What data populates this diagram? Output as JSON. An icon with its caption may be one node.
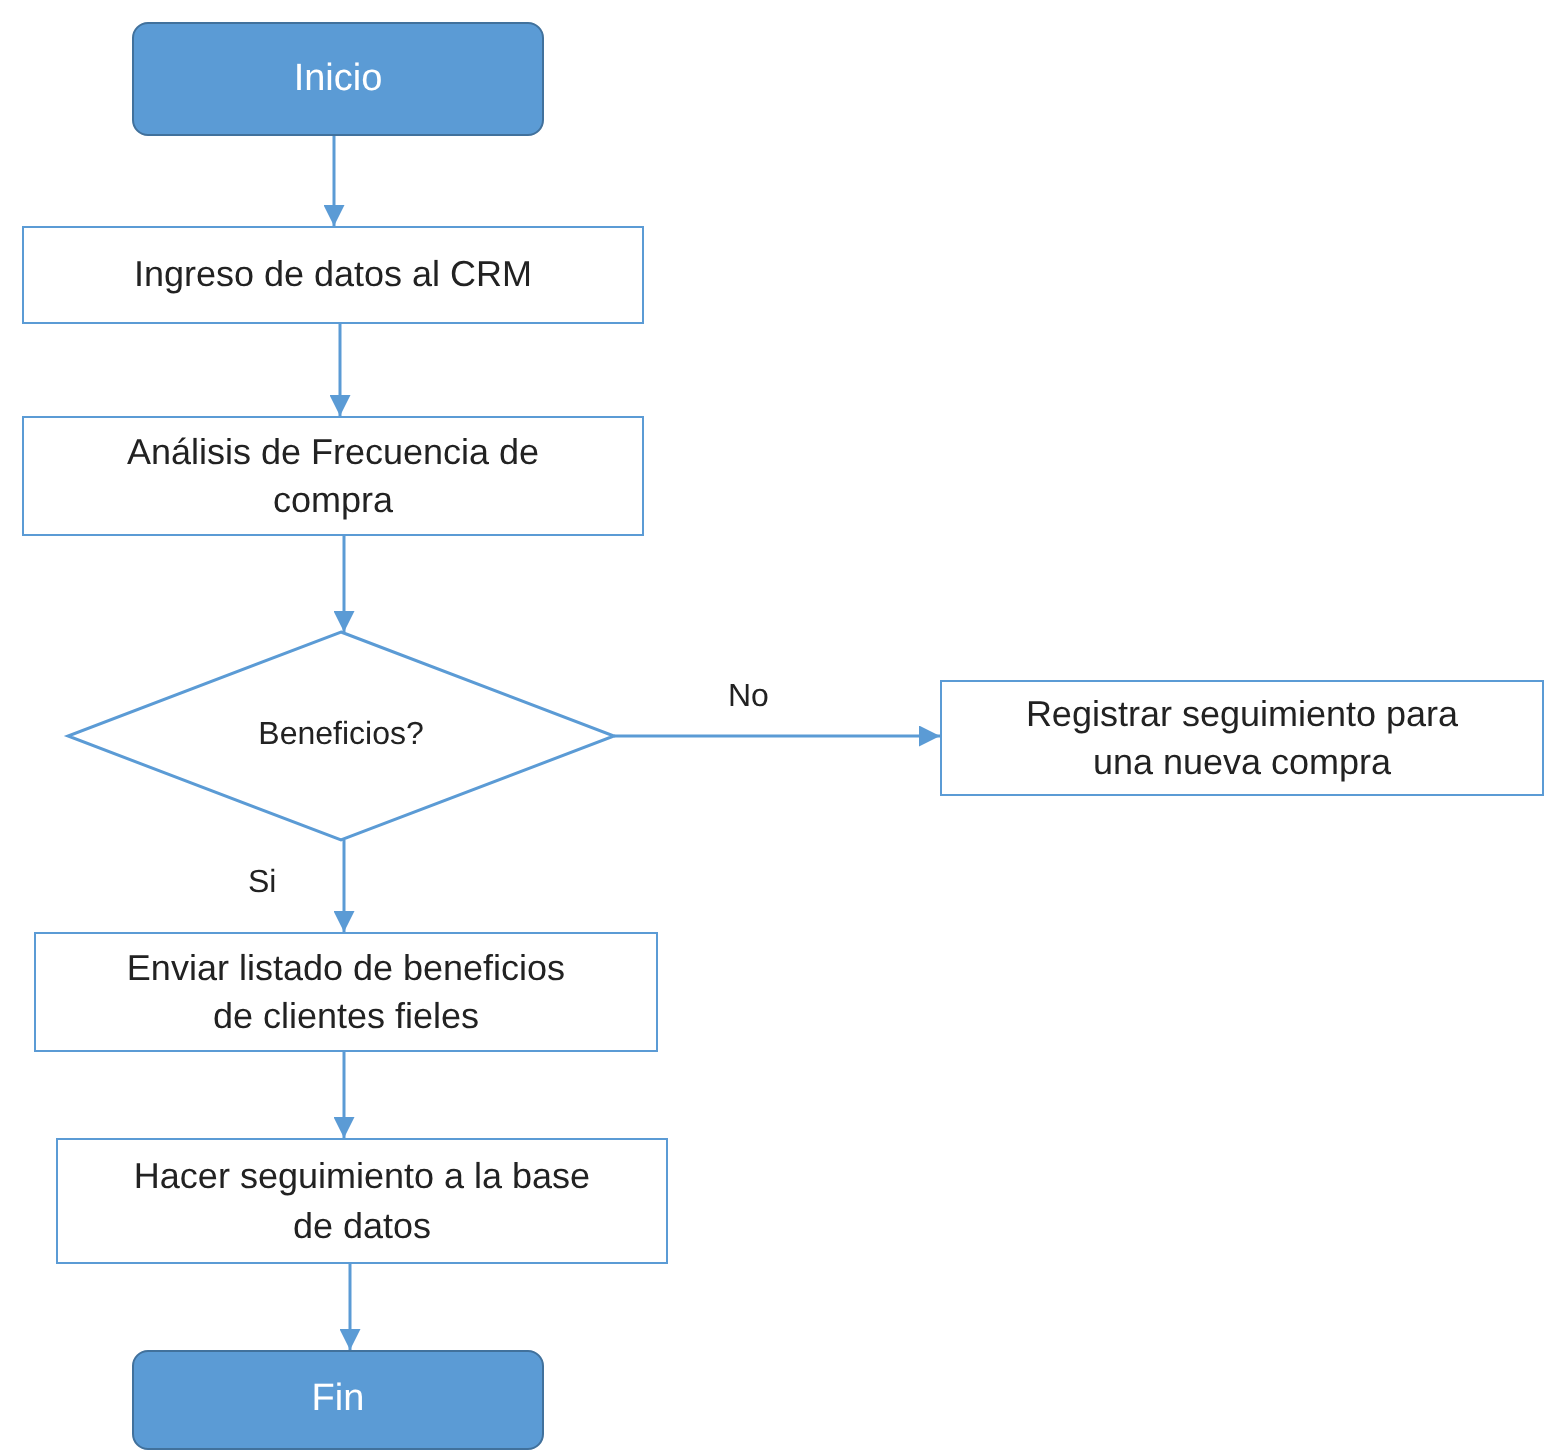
{
  "diagram": {
    "nodes": [
      {
        "text": [
          "Inicio"
        ]
      },
      {
        "text": [
          "Ingreso de datos al CRM"
        ]
      },
      {
        "text": [
          "Análisis de Frecuencia de compra"
        ]
      },
      {
        "text": [
          "Beneficios?"
        ]
      },
      {
        "text": [
          "Registrar seguimiento para una nueva compra"
        ]
      },
      {
        "text": [
          "Enviar listado de beneficios de clientes fieles"
        ]
      },
      {
        "text": [
          "Hacer seguimiento a la base de datos"
        ]
      },
      {
        "text": [
          "Fin"
        ]
      }
    ],
    "edges": [
      {
        "from": 0,
        "to": 1,
        "arrow": "to"
      },
      {
        "from": 1,
        "to": 2,
        "arrow": "to"
      },
      {
        "from": 2,
        "to": 3,
        "arrow": "to"
      },
      {
        "from": 3,
        "to": 4,
        "arrow": "to",
        "label": "No"
      },
      {
        "from": 3,
        "to": 5,
        "arrow": "to",
        "label": "Si"
      },
      {
        "from": 5,
        "to": 6,
        "arrow": "to"
      },
      {
        "from": 6,
        "to": 7,
        "arrow": "to"
      }
    ]
  }
}
